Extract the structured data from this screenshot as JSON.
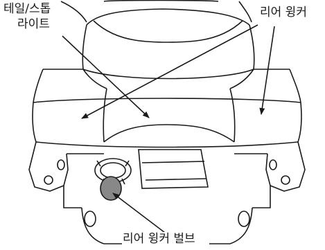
{
  "labels": {
    "tail_stop_line1": "테일/스톱",
    "tail_stop_line2": "라이트",
    "rear_winker": "리어 윙커",
    "rear_winker_bulb": "리어 윙커 벌브"
  },
  "colors": {
    "line": "#1a1a1a",
    "bulb": "#888888",
    "background": "#ffffff"
  }
}
